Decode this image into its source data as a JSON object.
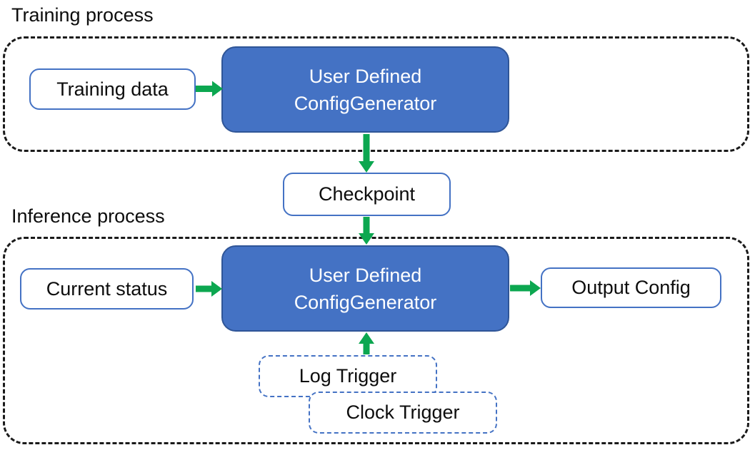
{
  "colors": {
    "box_fill_blue": "#4472C4",
    "box_border_dark": "#2F5597",
    "outline_blue": "#4472C4",
    "arrow_green": "#0CA750",
    "dashed_black": "#1a1a1a"
  },
  "training_section": {
    "label": "Training process",
    "nodes": {
      "training_data": "Training data",
      "generator_line1": "User Defined",
      "generator_line2": "ConfigGenerator"
    }
  },
  "checkpoint": {
    "label": "Checkpoint"
  },
  "inference_section": {
    "label": "Inference process",
    "nodes": {
      "current_status": "Current status",
      "generator_line1": "User Defined",
      "generator_line2": "ConfigGenerator",
      "output_config": "Output Config",
      "log_trigger": "Log Trigger",
      "clock_trigger": "Clock Trigger"
    }
  },
  "arrows": [
    {
      "name": "training-data-to-generator",
      "direction": "right"
    },
    {
      "name": "generator-to-checkpoint",
      "direction": "down"
    },
    {
      "name": "checkpoint-to-inference-generator",
      "direction": "down"
    },
    {
      "name": "current-status-to-generator",
      "direction": "right"
    },
    {
      "name": "generator-to-output-config",
      "direction": "right"
    },
    {
      "name": "log-trigger-to-generator",
      "direction": "up"
    }
  ]
}
